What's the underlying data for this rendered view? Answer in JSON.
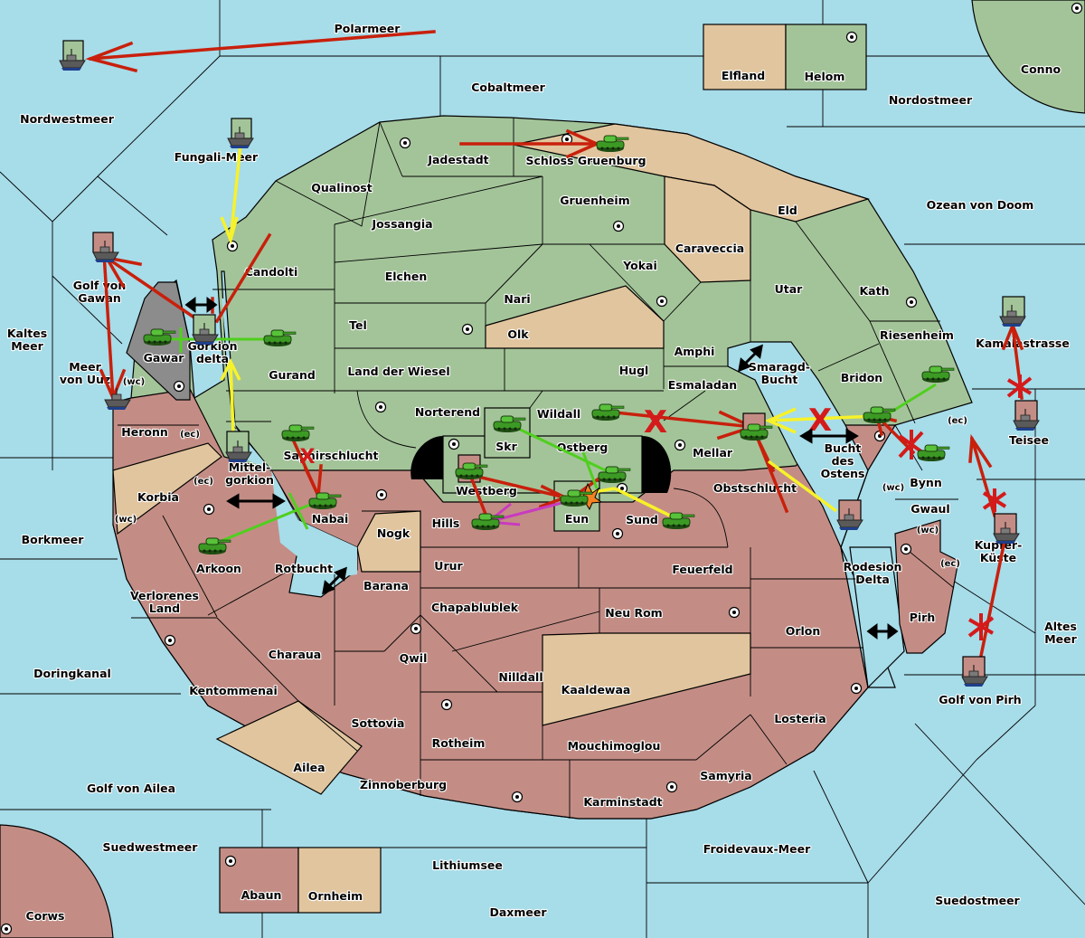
{
  "colors": {
    "sea": "#a7dce9",
    "green_power": "#a3c499",
    "red_power": "#c38d85",
    "neutral": "#e1c59e",
    "impassable": "#8c8c8c",
    "order_move": "#c8200c",
    "order_support": "#f7f22a",
    "order_support_own": "#4fcf1e",
    "order_convoy": "#c93bbf",
    "order_failed_marker": "#d41a1a",
    "border": "#000000"
  },
  "seas": [
    {
      "id": "polarmeer",
      "name": "Polarmeer"
    },
    {
      "id": "cobaltmeer",
      "name": "Cobaltmeer"
    },
    {
      "id": "nordwestmeer",
      "name": "Nordwestmeer"
    },
    {
      "id": "nordostmeer",
      "name": "Nordostmeer"
    },
    {
      "id": "fungali",
      "name": "Fungali-Meer"
    },
    {
      "id": "ozean",
      "name": "Ozean von Doom"
    },
    {
      "id": "golf-gawan",
      "name": "Golf von\nGawan"
    },
    {
      "id": "kaltes",
      "name": "Kaltes\nMeer"
    },
    {
      "id": "uuz",
      "name": "Meer\nvon Uuz"
    },
    {
      "id": "gorkion",
      "name": "Gorkion\ndelta"
    },
    {
      "id": "mittelgorkion",
      "name": "Mittel-\ngorkion"
    },
    {
      "id": "smaragd",
      "name": "Smaragd-\nBucht"
    },
    {
      "id": "bucht-ostens",
      "name": "Bucht\ndes\nOstens"
    },
    {
      "id": "kamalastrasse",
      "name": "Kamalastrasse"
    },
    {
      "id": "kupferkueste",
      "name": "Kupfer-\nKüste"
    },
    {
      "id": "altes",
      "name": "Altes\nMeer"
    },
    {
      "id": "rodesion",
      "name": "Rodesion\nDelta"
    },
    {
      "id": "golf-pirh",
      "name": "Golf von Pirh"
    },
    {
      "id": "borkmeer",
      "name": "Borkmeer"
    },
    {
      "id": "rotbucht",
      "name": "Rotbucht"
    },
    {
      "id": "doringkanal",
      "name": "Doringkanal"
    },
    {
      "id": "golf-ailea",
      "name": "Golf von Ailea"
    },
    {
      "id": "suedwestmeer",
      "name": "Suedwestmeer"
    },
    {
      "id": "lithiumsee",
      "name": "Lithiumsee"
    },
    {
      "id": "daxmeer",
      "name": "Daxmeer"
    },
    {
      "id": "froidevaux",
      "name": "Froidevaux-Meer"
    },
    {
      "id": "suedostmeer",
      "name": "Suedostmeer"
    }
  ],
  "lands": [
    {
      "name": "Elfland",
      "owner": "neutral"
    },
    {
      "name": "Helom",
      "owner": "green",
      "sc": true
    },
    {
      "name": "Conno",
      "owner": "green",
      "sc": true
    },
    {
      "name": "Jadestadt",
      "owner": "green",
      "sc": true
    },
    {
      "name": "Schloss Gruenburg",
      "owner": "green",
      "sc": true
    },
    {
      "name": "Qualinost",
      "owner": "green"
    },
    {
      "name": "Jossangia",
      "owner": "green"
    },
    {
      "name": "Gruenheim",
      "owner": "green",
      "sc": true
    },
    {
      "name": "Eld",
      "owner": "neutral"
    },
    {
      "name": "Caraveccia",
      "owner": "neutral"
    },
    {
      "name": "Candolti",
      "owner": "green",
      "sc": true
    },
    {
      "name": "Elchen",
      "owner": "green"
    },
    {
      "name": "Yokai",
      "owner": "green",
      "sc": true
    },
    {
      "name": "Nari",
      "owner": "green"
    },
    {
      "name": "Utar",
      "owner": "green"
    },
    {
      "name": "Kath",
      "owner": "green",
      "sc": true
    },
    {
      "name": "Tel",
      "owner": "green",
      "sc": true
    },
    {
      "name": "Olk",
      "owner": "neutral"
    },
    {
      "name": "Amphi",
      "owner": "green"
    },
    {
      "name": "Riesenheim",
      "owner": "green"
    },
    {
      "name": "Gawar",
      "owner": "impassable",
      "sc": true
    },
    {
      "name": "Gurand",
      "owner": "green"
    },
    {
      "name": "Land der Wiesel",
      "owner": "green"
    },
    {
      "name": "Hugl",
      "owner": "green"
    },
    {
      "name": "Esmaladan",
      "owner": "green"
    },
    {
      "name": "Bridon",
      "owner": "green",
      "sc": true
    },
    {
      "name": "Heronn",
      "owner": "red"
    },
    {
      "name": "Norterend",
      "owner": "green",
      "sc": true
    },
    {
      "name": "Wildall",
      "owner": "green"
    },
    {
      "name": "Skr",
      "owner": "green"
    },
    {
      "name": "Ostberg",
      "owner": "green",
      "sc": true
    },
    {
      "name": "Mellar",
      "owner": "green",
      "sc": true
    },
    {
      "name": "Saphirschlucht",
      "owner": "green"
    },
    {
      "name": "Westberg",
      "owner": "green",
      "sc": true
    },
    {
      "name": "Bynn",
      "owner": "red"
    },
    {
      "name": "Korbia",
      "owner": "neutral"
    },
    {
      "name": "Nabai",
      "owner": "red",
      "sc": true
    },
    {
      "name": "Obstschlucht",
      "owner": "red"
    },
    {
      "name": "Hills",
      "owner": "red"
    },
    {
      "name": "Eun",
      "owner": "green"
    },
    {
      "name": "Sund",
      "owner": "red",
      "sc": true
    },
    {
      "name": "Gwaul",
      "owner": "red"
    },
    {
      "name": "Nogk",
      "owner": "neutral"
    },
    {
      "name": "Arkoon",
      "owner": "red",
      "sc": true
    },
    {
      "name": "Urur",
      "owner": "red"
    },
    {
      "name": "Feuerfeld",
      "owner": "red"
    },
    {
      "name": "Barana",
      "owner": "red"
    },
    {
      "name": "Pirh",
      "owner": "red",
      "sc": true
    },
    {
      "name": "Verlorenes Land",
      "owner": "red"
    },
    {
      "name": "Chapablublek",
      "owner": "red"
    },
    {
      "name": "Neu Rom",
      "owner": "red",
      "sc": true
    },
    {
      "name": "Orlon",
      "owner": "red"
    },
    {
      "name": "Kentommenai",
      "owner": "red",
      "sc": true
    },
    {
      "name": "Charaua",
      "owner": "red"
    },
    {
      "name": "Qwil",
      "owner": "red",
      "sc": true
    },
    {
      "name": "Nilldall",
      "owner": "red"
    },
    {
      "name": "Kaaldewaa",
      "owner": "neutral"
    },
    {
      "name": "Losteria",
      "owner": "red",
      "sc": true
    },
    {
      "name": "Sottovia",
      "owner": "red"
    },
    {
      "name": "Rotheim",
      "owner": "red",
      "sc": true
    },
    {
      "name": "Mouchimoglou",
      "owner": "red"
    },
    {
      "name": "Samyria",
      "owner": "red"
    },
    {
      "name": "Ailea",
      "owner": "neutral"
    },
    {
      "name": "Zinnoberburg",
      "owner": "red",
      "sc": true
    },
    {
      "name": "Karminstadt",
      "owner": "red",
      "sc": true
    },
    {
      "name": "Abaun",
      "owner": "red",
      "sc": true
    },
    {
      "name": "Ornheim",
      "owner": "neutral"
    },
    {
      "name": "Corws",
      "owner": "red",
      "sc": true
    }
  ],
  "coast_markers": [
    {
      "text": "(wc)",
      "near": "Heronn"
    },
    {
      "text": "(ec)",
      "near": "Heronn"
    },
    {
      "text": "(ec)",
      "near": "Korbia"
    },
    {
      "text": "(wc)",
      "near": "Korbia"
    },
    {
      "text": "(ec)",
      "near": "Bynn"
    },
    {
      "text": "(wc)",
      "near": "Bynn"
    },
    {
      "text": "(wc)",
      "near": "Pirh"
    },
    {
      "text": "(ec)",
      "near": "Pirh"
    }
  ],
  "units": [
    {
      "type": "fleet",
      "owner": "green",
      "location": "Nordwestmeer"
    },
    {
      "type": "fleet",
      "owner": "green",
      "location": "Fungali-Meer"
    },
    {
      "type": "fleet",
      "owner": "red",
      "location": "Golf von Gawan"
    },
    {
      "type": "fleet",
      "owner": "green",
      "location": "Gorkion delta"
    },
    {
      "type": "fleet",
      "owner": "red",
      "location": "Meer von Uuz"
    },
    {
      "type": "fleet",
      "owner": "green",
      "location": "Mittelgorkion"
    },
    {
      "type": "fleet",
      "owner": "green",
      "location": "Kamalastrasse"
    },
    {
      "type": "fleet",
      "owner": "red",
      "location": "Teisee"
    },
    {
      "type": "fleet",
      "owner": "red",
      "location": "Kupfer-Küste"
    },
    {
      "type": "fleet",
      "owner": "red",
      "location": "Golf von Pirh"
    },
    {
      "type": "fleet",
      "owner": "red",
      "location": "Bucht des Ostens"
    },
    {
      "type": "army",
      "owner": "green",
      "location": "Schloss Gruenburg"
    },
    {
      "type": "army",
      "owner": "green",
      "location": "Gawar"
    },
    {
      "type": "army",
      "owner": "green",
      "location": "Gurand"
    },
    {
      "type": "army",
      "owner": "green",
      "location": "Saphirschlucht"
    },
    {
      "type": "army",
      "owner": "green",
      "location": "Nabai"
    },
    {
      "type": "army",
      "owner": "green",
      "location": "Arkoon"
    },
    {
      "type": "army",
      "owner": "green",
      "location": "Skr"
    },
    {
      "type": "army",
      "owner": "green",
      "location": "Wildall"
    },
    {
      "type": "army",
      "owner": "green",
      "location": "Ostberg"
    },
    {
      "type": "army",
      "owner": "green",
      "location": "Westberg"
    },
    {
      "type": "army",
      "owner": "green",
      "location": "Eun"
    },
    {
      "type": "army",
      "owner": "green",
      "location": "Hills"
    },
    {
      "type": "army",
      "owner": "green",
      "location": "Sund"
    },
    {
      "type": "army",
      "owner": "red",
      "location": "Mellar"
    },
    {
      "type": "army",
      "owner": "green",
      "location": "Bridon"
    },
    {
      "type": "army",
      "owner": "green",
      "location": "Riesenheim"
    },
    {
      "type": "army",
      "owner": "green",
      "location": "Bynn"
    }
  ],
  "island_label": "Teisee"
}
